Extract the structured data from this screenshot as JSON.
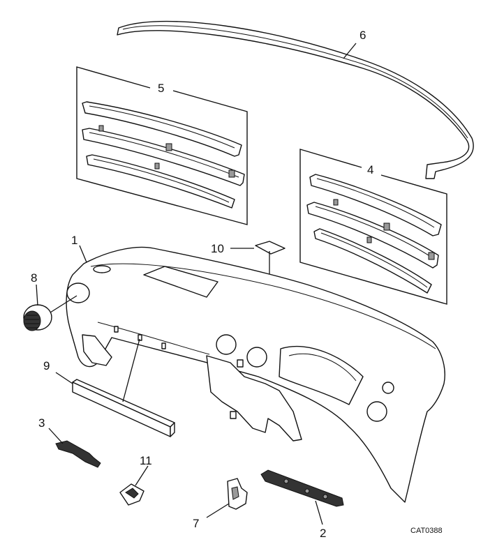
{
  "callouts": {
    "c1": "1",
    "c2": "2",
    "c3": "3",
    "c4": "4",
    "c5": "5",
    "c6": "6",
    "c7": "7",
    "c8": "8",
    "c9": "9",
    "c10": "10",
    "c11": "11"
  },
  "reference_code": "CAT0388"
}
